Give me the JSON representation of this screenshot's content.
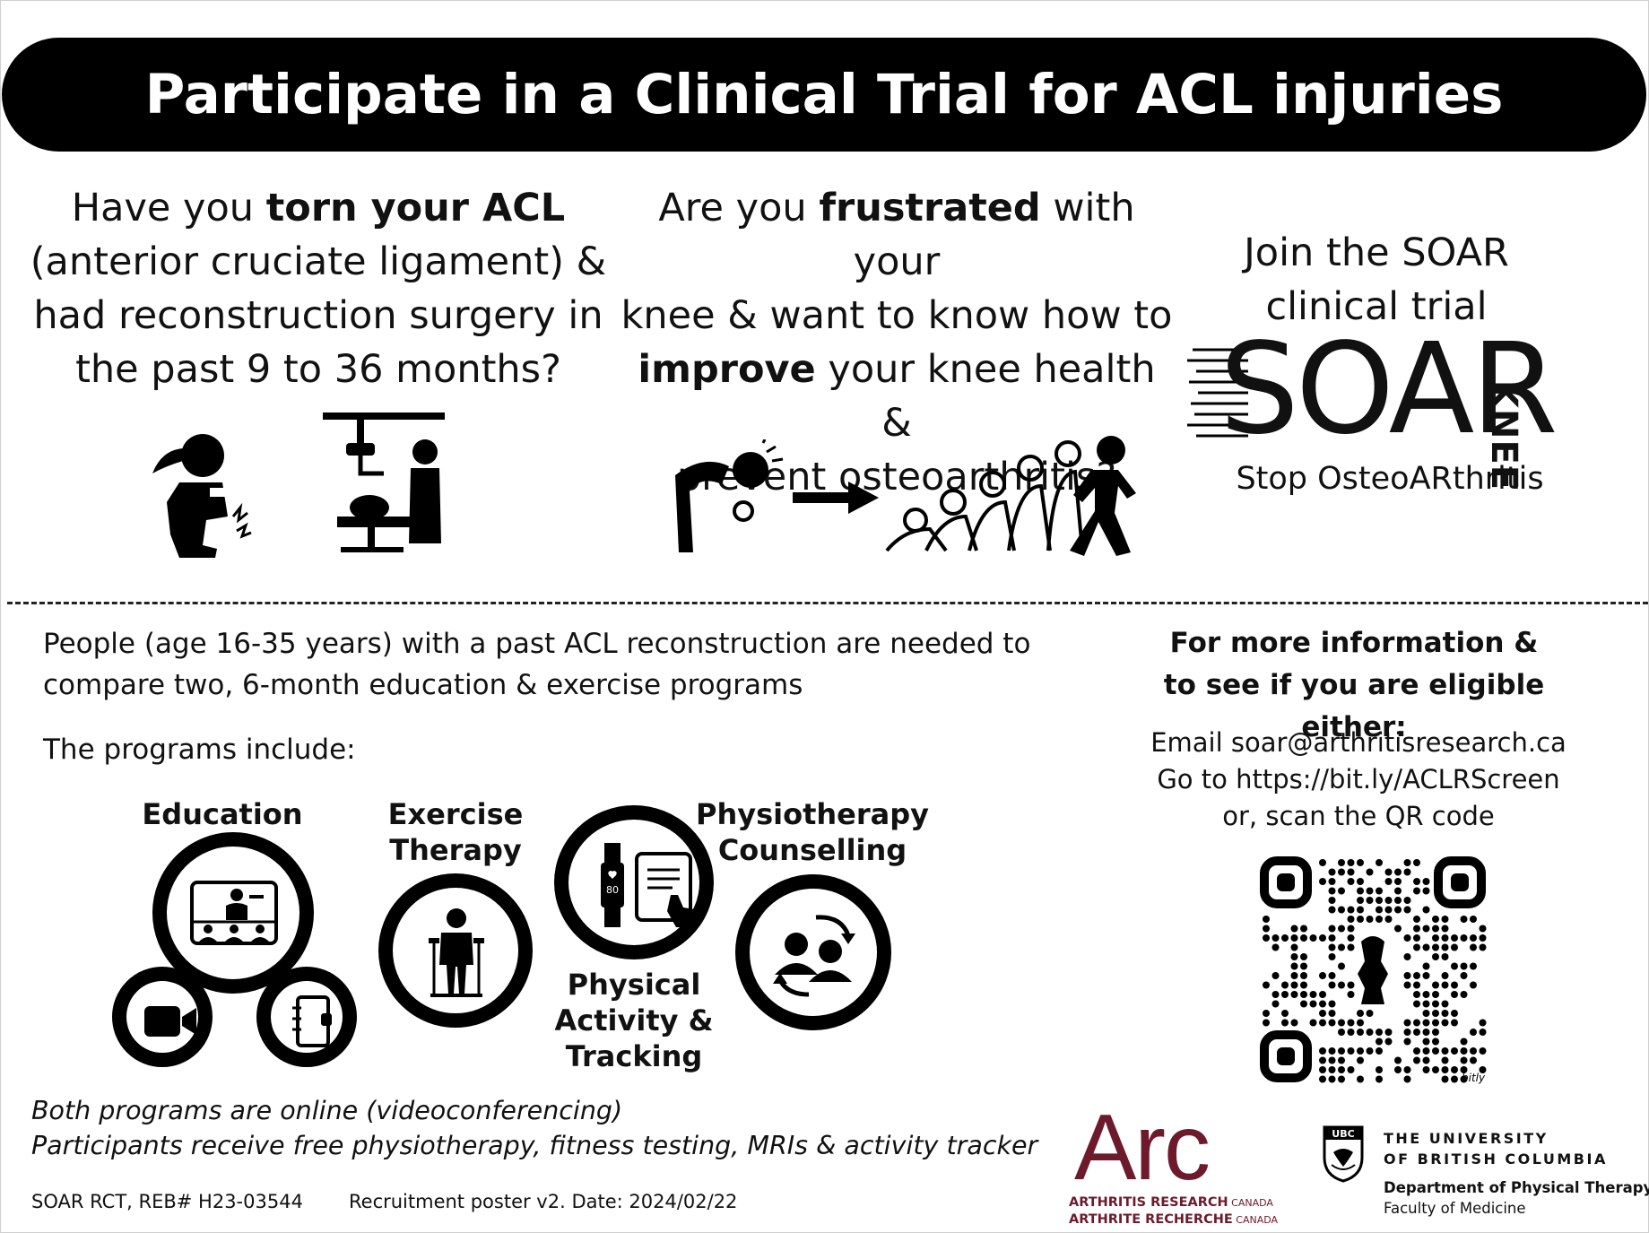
{
  "banner": {
    "title": "Participate in a Clinical Trial for ACL injuries"
  },
  "question_acl": {
    "pre": "Have you ",
    "bold": "torn your ACL",
    "line2": "(anterior cruciate ligament) &",
    "line3": "had reconstruction surgery in",
    "line4": "the past 9 to 36 months?"
  },
  "question_knee": {
    "pre": "Are you ",
    "bold1": "frustrated",
    "post1": " with your",
    "line2": "knee & want to know how to",
    "bold2": "improve",
    "post3": " your knee health &",
    "line4": "prevent osteoarthritis?"
  },
  "soar": {
    "join_line1": "Join the SOAR",
    "join_line2": "clinical trial",
    "logo_main": "SOAR",
    "logo_side": "KNEE",
    "tagline": "Stop OsteoARthritis"
  },
  "study": {
    "line1": "People (age 16-35 years) with a past ACL reconstruction are needed to",
    "line2": "compare two, 6-month education & exercise programs",
    "programs_intro": "The programs include:"
  },
  "programs": {
    "education": "Education",
    "exercise_l1": "Exercise",
    "exercise_l2": "Therapy",
    "activity_l1": "Physical",
    "activity_l2": "Activity &",
    "activity_l3": "Tracking",
    "tracker_reading": "80",
    "physio_l1": "Physiotherapy",
    "physio_l2": "Counselling"
  },
  "notes": {
    "line1": "Both programs are online (videoconferencing)",
    "line2": "Participants receive free physiotherapy, fitness testing, MRIs & activity tracker"
  },
  "footer": {
    "reb": "SOAR RCT, REB# H23-03544",
    "version": "Recruitment poster v2. Date: 2024/02/22"
  },
  "info": {
    "heading_l1": "For more information &",
    "heading_l2": "to see if you are eligible either:",
    "email": "Email soar@arthritisresearch.ca",
    "url": "Go to https://bit.ly/ACLRScreen",
    "scan": "or, scan the QR code",
    "qr_brand": "bitly"
  },
  "arc": {
    "logo": "Arc",
    "en_bold": "ARTHRITIS RESEARCH",
    "en_rest": " CANADA",
    "fr_bold": "ARTHRITE RECHERCHE",
    "fr_rest": " CANADA"
  },
  "ubc": {
    "crest_text": "UBC",
    "line1": "THE UNIVERSITY",
    "line2": "OF BRITISH COLUMBIA",
    "dept": "Department of Physical Therapy",
    "faculty": "Faculty of Medicine"
  },
  "colors": {
    "arc_maroon": "#6d1a2c",
    "ink": "#000000"
  }
}
